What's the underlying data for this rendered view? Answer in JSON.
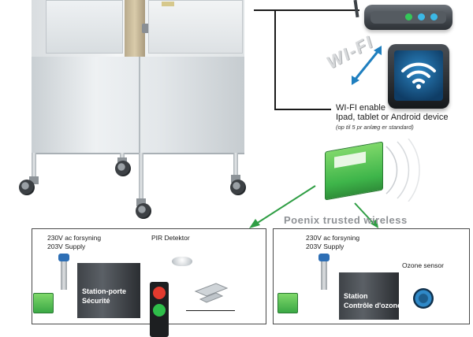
{
  "wifi": {
    "band_label": "WI-FI",
    "enable_line1": "WI-FI enable",
    "enable_line2": "Ipad, tablet or Android device",
    "note": "(op til 5 pr anlæg er standard)"
  },
  "wireless": {
    "label": "Poenix trusted wireless"
  },
  "left_box": {
    "supply_line1": "230V ac forsyning",
    "supply_line2": "203V Supply",
    "detector_label": "PIR Detektor",
    "station_line1": "Station-porte",
    "station_line2": "Sécurité",
    "lights": [
      "red",
      "green"
    ]
  },
  "right_box": {
    "supply_line1": "230V ac forsyning",
    "supply_line2": "203V Supply",
    "sensor_label": "Ozone sensor",
    "station_line1": "Station",
    "station_line2": "Contrôle d'ozone"
  },
  "colors": {
    "module_green": "#3eb54a",
    "arrow_green": "#2f9e44",
    "wifi_blue": "#1f7fbf",
    "led_green": "#34c759",
    "led_cyan": "#3bb8e6"
  },
  "icons": [
    "router-icon",
    "tablet-icon",
    "wifi-signal-icon",
    "wireless-module-icon",
    "ozone-sensor-icon",
    "traffic-light-icon",
    "pir-detector-icon"
  ]
}
